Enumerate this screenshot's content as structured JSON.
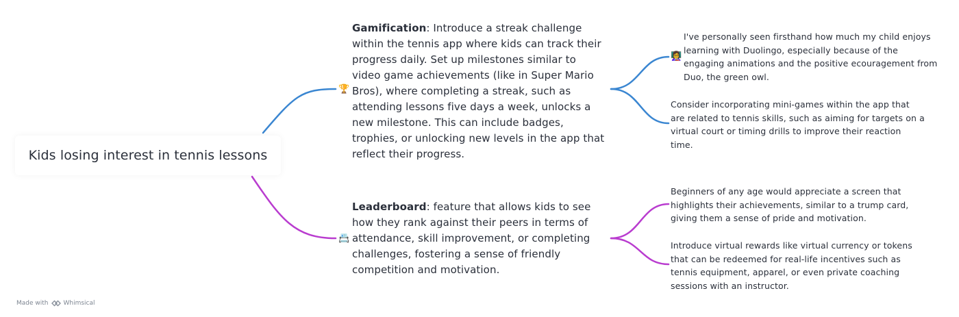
{
  "root": {
    "label": "Kids losing interest in tennis lessons"
  },
  "branches": [
    {
      "emoji": "🏆",
      "title": "Gamification",
      "text": ": Introduce a streak challenge within the tennis app where kids can track their progress daily. Set up milestones similar to video game achievements (like in Super Mario Bros), where completing a streak, such as attending lessons five days a week, unlocks a new milestone. This can include badges, trophies, or unlocking new levels in the app that reflect their progress.",
      "color": "#3a86d1",
      "children": [
        {
          "emoji": "👩‍🏫",
          "text": "I've personally seen firsthand how much my child enjoys learning with Duolingo, especially because of the engaging animations and the positive ecouragement from Duo, the green owl."
        },
        {
          "emoji": "",
          "text": "Consider incorporating mini-games within the app that are related to tennis skills, such as aiming for targets on a virtual court or timing drills to improve their reaction time."
        }
      ]
    },
    {
      "emoji": "📇",
      "title": "Leaderboard",
      "text": ": feature that allows kids to see how they rank against their peers in terms of attendance, skill improvement, or completing challenges, fostering a sense of friendly competition and motivation.",
      "color": "#b93ccf",
      "children": [
        {
          "emoji": "",
          "text": "Beginners of any age would appreciate a screen that highlights their achievements, similar to a trump card, giving them a sense of pride and motivation."
        },
        {
          "emoji": "",
          "text": "Introduce virtual rewards like virtual currency or tokens that can be redeemed for real-life incentives such as tennis equipment, apparel, or even private coaching sessions with an instructor."
        }
      ]
    }
  ],
  "footer": {
    "made_with": "Made with",
    "brand": "Whimsical"
  }
}
